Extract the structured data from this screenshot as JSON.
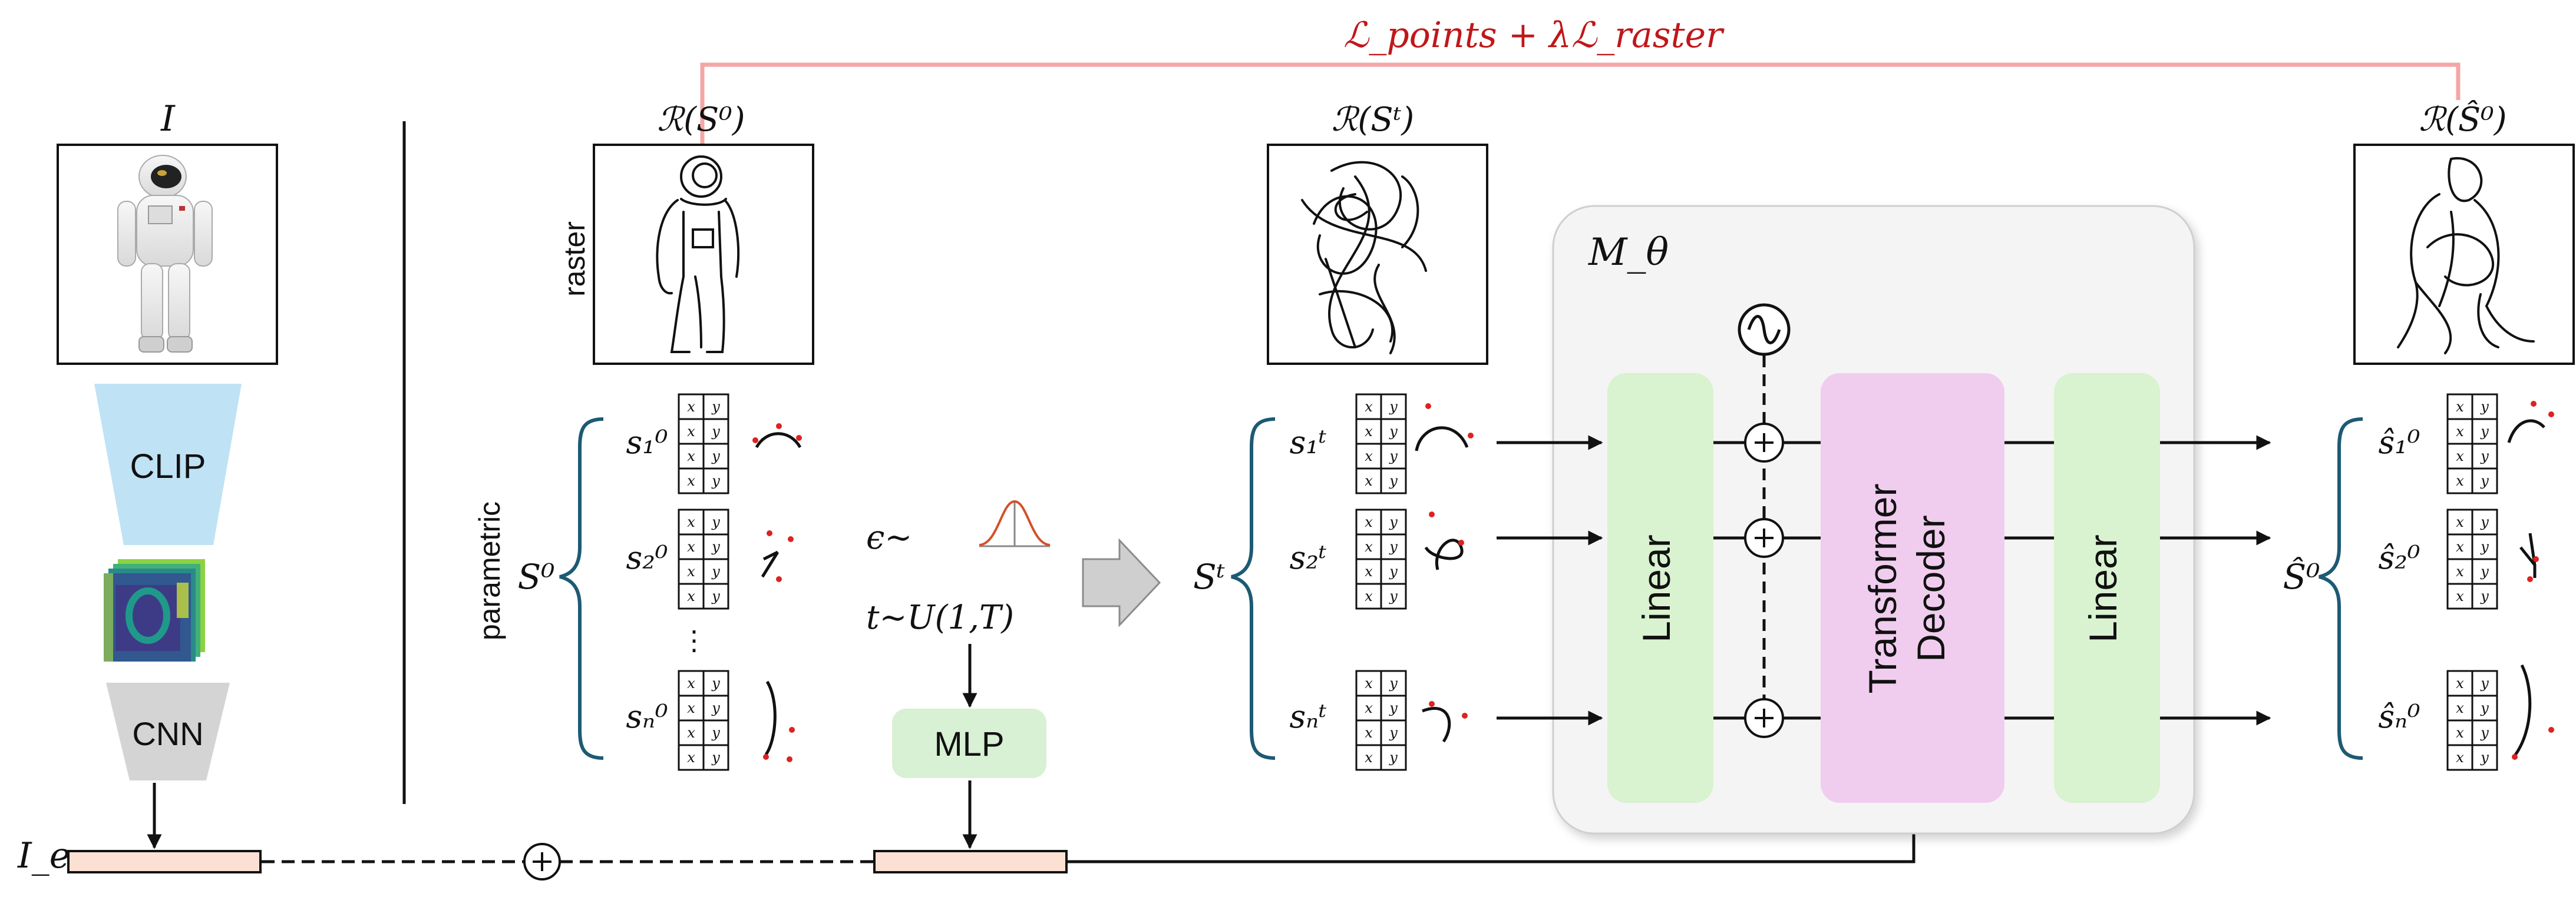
{
  "loss_label": "ℒ_points + λℒ_raster",
  "image": {
    "label": "I",
    "encoder_top": "CLIP",
    "encoder_bottom": "CNN",
    "embedding_label": "I_e"
  },
  "rasters": [
    {
      "id": "s0",
      "label": "ℛ(S⁰)"
    },
    {
      "id": "st",
      "label": "ℛ(Sᵗ)"
    },
    {
      "id": "shat",
      "label": "ℛ(Ŝ⁰)"
    }
  ],
  "side_labels": {
    "raster": "raster",
    "parametric": "parametric"
  },
  "set_labels": {
    "s0": "S⁰",
    "st": "Sᵗ",
    "shat": "Ŝ⁰"
  },
  "strokes": {
    "s0": [
      "s₁⁰",
      "s₂⁰",
      "sₙ⁰"
    ],
    "st": [
      "s₁ᵗ",
      "s₂ᵗ",
      "sₙᵗ"
    ],
    "shat": [
      "ŝ₁⁰",
      "ŝ₂⁰",
      "ŝₙ⁰"
    ],
    "ellipsis": "⋮"
  },
  "table_cells": [
    "x",
    "y"
  ],
  "noise": {
    "epsilon_label": "ϵ∼",
    "t_label": "t∼U(1,T)",
    "mlp_label": "MLP"
  },
  "model": {
    "label": "M_θ",
    "linear_in": "Linear",
    "transformer_line1": "Transformer",
    "transformer_line2": "Decoder",
    "linear_out": "Linear",
    "plus_symbol": "+"
  },
  "colors": {
    "loss_red": "#c0171b",
    "loss_line": "#f4a6a6",
    "clip_fill": "#bfe2f5",
    "cnn_fill": "#d4d4d4",
    "embedding_fill": "#fbe0d3",
    "mlp_fill": "#d8f0d3",
    "linear_fill": "#d9f2d0",
    "transformer_fill": "#f0cdee",
    "brace_blue": "#1d5a73",
    "model_bg": "#f4f4f4"
  }
}
